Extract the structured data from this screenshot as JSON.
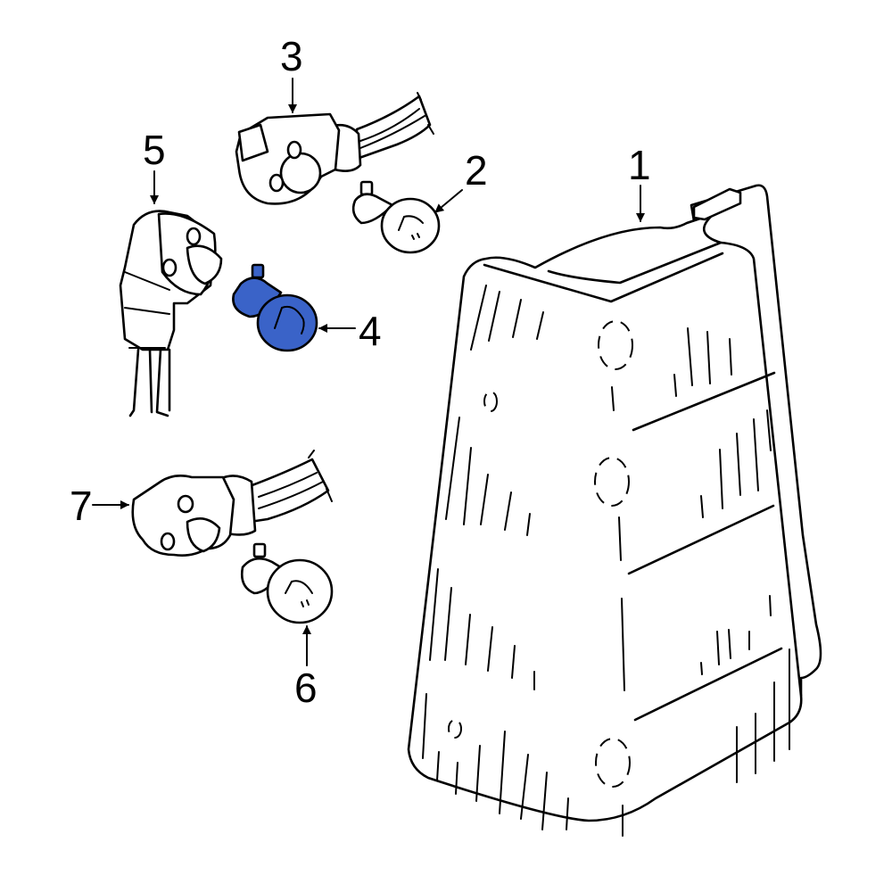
{
  "diagram": {
    "type": "exploded parts diagram",
    "subject": "tail lamp assembly",
    "highlight_color": "#3a63c8",
    "callouts": [
      {
        "number": "1",
        "part": "lamp-assembly",
        "highlighted": false
      },
      {
        "number": "2",
        "part": "bulb",
        "highlighted": false
      },
      {
        "number": "3",
        "part": "socket-with-harness",
        "highlighted": false
      },
      {
        "number": "4",
        "part": "bulb",
        "highlighted": true
      },
      {
        "number": "5",
        "part": "socket-with-leads",
        "highlighted": false
      },
      {
        "number": "6",
        "part": "bulb",
        "highlighted": false
      },
      {
        "number": "7",
        "part": "socket-with-harness",
        "highlighted": false
      }
    ]
  }
}
